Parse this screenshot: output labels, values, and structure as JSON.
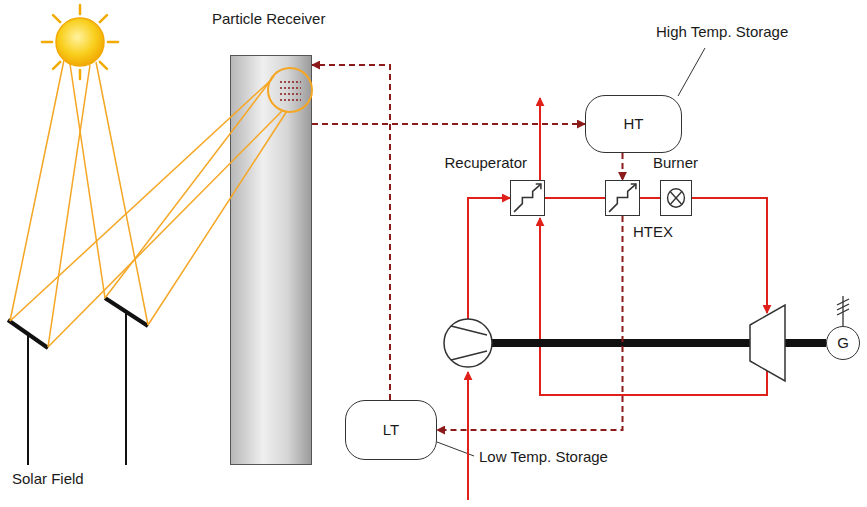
{
  "diagram": {
    "nodes": [
      {
        "text": [
          "Particle Receiver"
        ]
      },
      {
        "text": [
          "HT",
          "High Temp. Storage"
        ]
      },
      {
        "text": [
          "Recuperator"
        ]
      },
      {
        "text": [
          "HTEX"
        ]
      },
      {
        "text": [
          "Burner"
        ]
      },
      {
        "text": [
          "G"
        ]
      },
      {
        "text": [
          "LT",
          "Low Temp. Storage"
        ]
      }
    ],
    "edges": [
      {
        "from": 0,
        "to": 1,
        "arrow": "to"
      },
      {
        "from": 1,
        "to": 3,
        "arrow": "to"
      },
      {
        "from": 3,
        "to": 6,
        "arrow": "to"
      },
      {
        "from": 6,
        "to": 0,
        "arrow": "to"
      },
      {
        "from": 2,
        "to": 3,
        "arrow": "none"
      },
      {
        "from": 3,
        "to": 4,
        "arrow": "none"
      }
    ],
    "labels": [
      "Solar Field"
    ]
  }
}
